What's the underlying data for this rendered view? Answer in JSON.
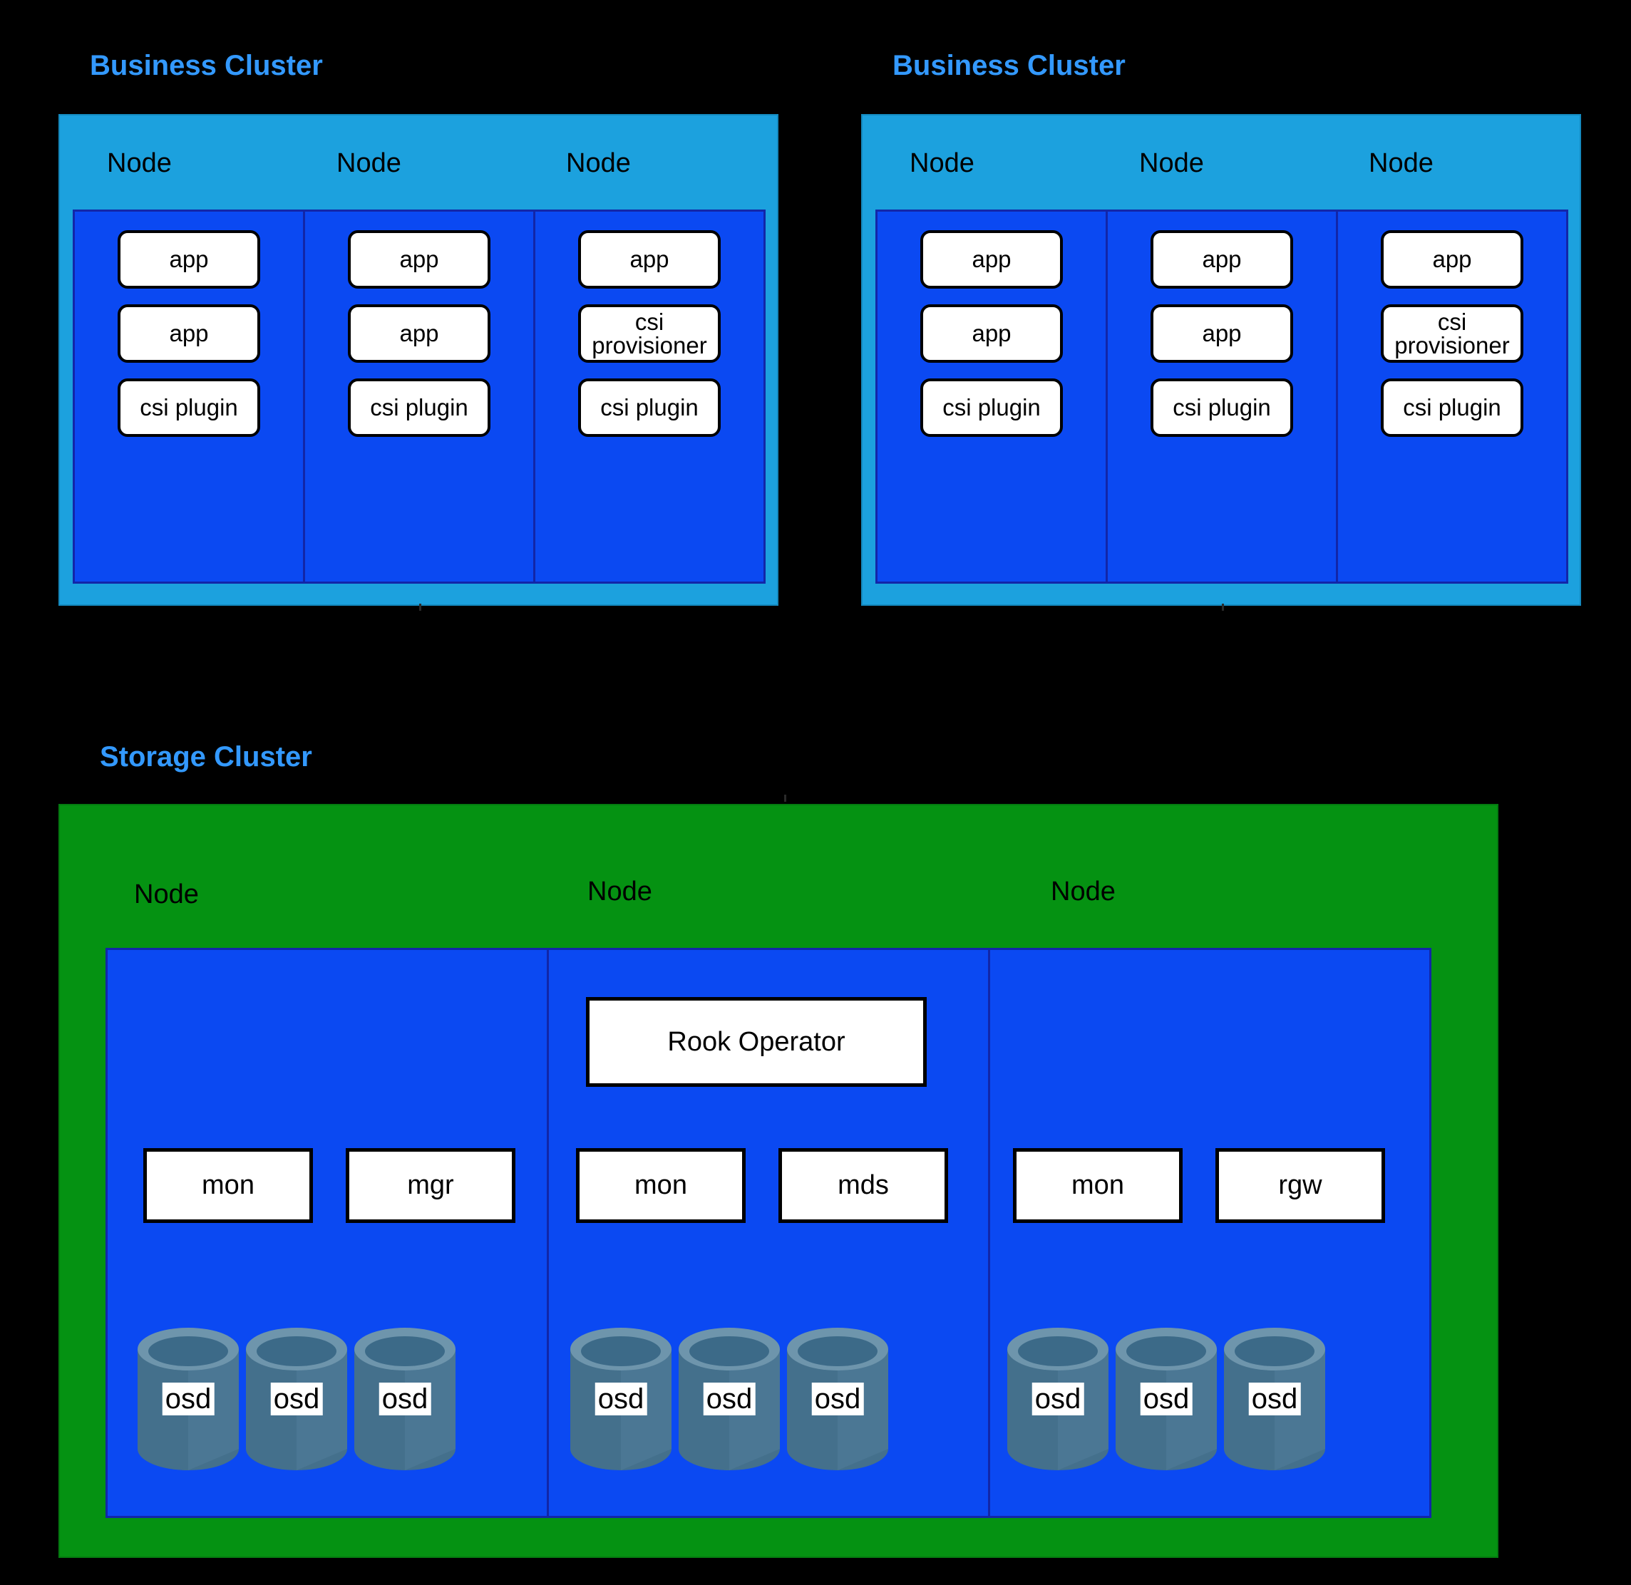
{
  "colors": {
    "background": "#000000",
    "title_blue": "#3399FF",
    "business_cluster_bg": "#1CA1DE",
    "node_blue": "#0B49F2",
    "node_border": "#1226A8",
    "storage_cluster_bg": "#059212",
    "pod_bg": "#FFFFFF",
    "pod_border": "#000000",
    "osd_body": "#44708C",
    "osd_body_light": "#527E9A",
    "osd_rim": "#6E95AC",
    "osd_inner": "#3C6A88"
  },
  "business_clusters": [
    {
      "title": "Business Cluster",
      "nodes": [
        {
          "label": "Node",
          "pods": [
            "app",
            "app",
            "csi plugin"
          ]
        },
        {
          "label": "Node",
          "pods": [
            "app",
            "app",
            "csi plugin"
          ]
        },
        {
          "label": "Node",
          "pods": [
            "app",
            "csi\nprovisioner",
            "csi plugin"
          ]
        }
      ]
    },
    {
      "title": "Business Cluster",
      "nodes": [
        {
          "label": "Node",
          "pods": [
            "app",
            "app",
            "csi plugin"
          ]
        },
        {
          "label": "Node",
          "pods": [
            "app",
            "app",
            "csi plugin"
          ]
        },
        {
          "label": "Node",
          "pods": [
            "app",
            "csi\nprovisioner",
            "csi plugin"
          ]
        }
      ]
    }
  ],
  "storage_cluster": {
    "title": "Storage Cluster",
    "nodes": [
      {
        "label": "Node",
        "operator": null,
        "daemons": [
          "mon",
          "mgr"
        ],
        "osds": [
          "osd",
          "osd",
          "osd"
        ]
      },
      {
        "label": "Node",
        "operator": "Rook Operator",
        "daemons": [
          "mon",
          "mds"
        ],
        "osds": [
          "osd",
          "osd",
          "osd"
        ]
      },
      {
        "label": "Node",
        "operator": null,
        "daemons": [
          "mon",
          "rgw"
        ],
        "osds": [
          "osd",
          "osd",
          "osd"
        ]
      }
    ]
  }
}
